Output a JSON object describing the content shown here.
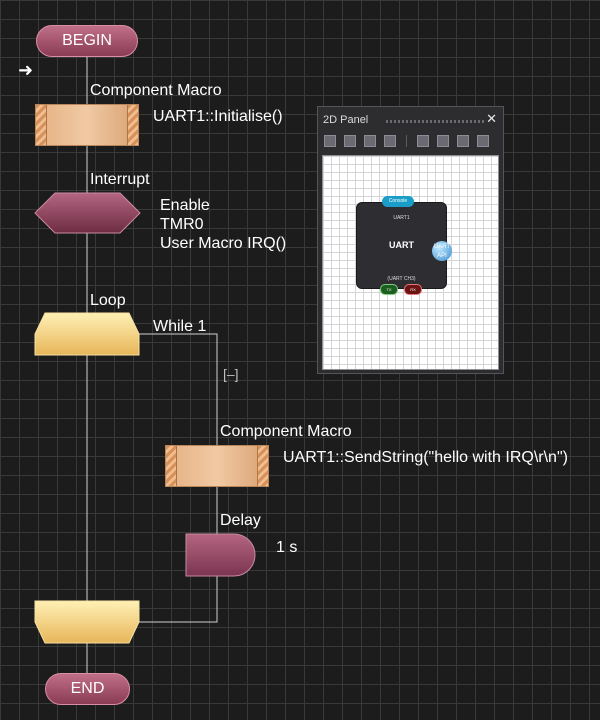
{
  "flowchart": {
    "begin": "BEGIN",
    "end": "END",
    "init": {
      "title": "Component Macro",
      "detail": "UART1::Initialise()"
    },
    "interrupt": {
      "title": "Interrupt",
      "lines": [
        "Enable",
        "TMR0",
        "User Macro IRQ()"
      ]
    },
    "loop": {
      "title": "Loop",
      "condition": "While 1",
      "collapse": "[–]"
    },
    "send": {
      "title": "Component Macro",
      "detail": "UART1::SendString(\"hello with IRQ\\r\\n\")"
    },
    "delay": {
      "title": "Delay",
      "detail": "1 s"
    }
  },
  "panel": {
    "title": "2D Panel",
    "close": "✕",
    "component": {
      "label": "UART",
      "sub": "UART1",
      "console": "Console",
      "channel": "(UART CH3)",
      "tx": "TX",
      "rx": "RX",
      "api": "UART API"
    }
  },
  "colors": {
    "background": "#1d1c1c",
    "pill": "#a24d68",
    "macro": "#e8b88b",
    "loop": "#f5d77e",
    "decision": "#7a3a51"
  }
}
